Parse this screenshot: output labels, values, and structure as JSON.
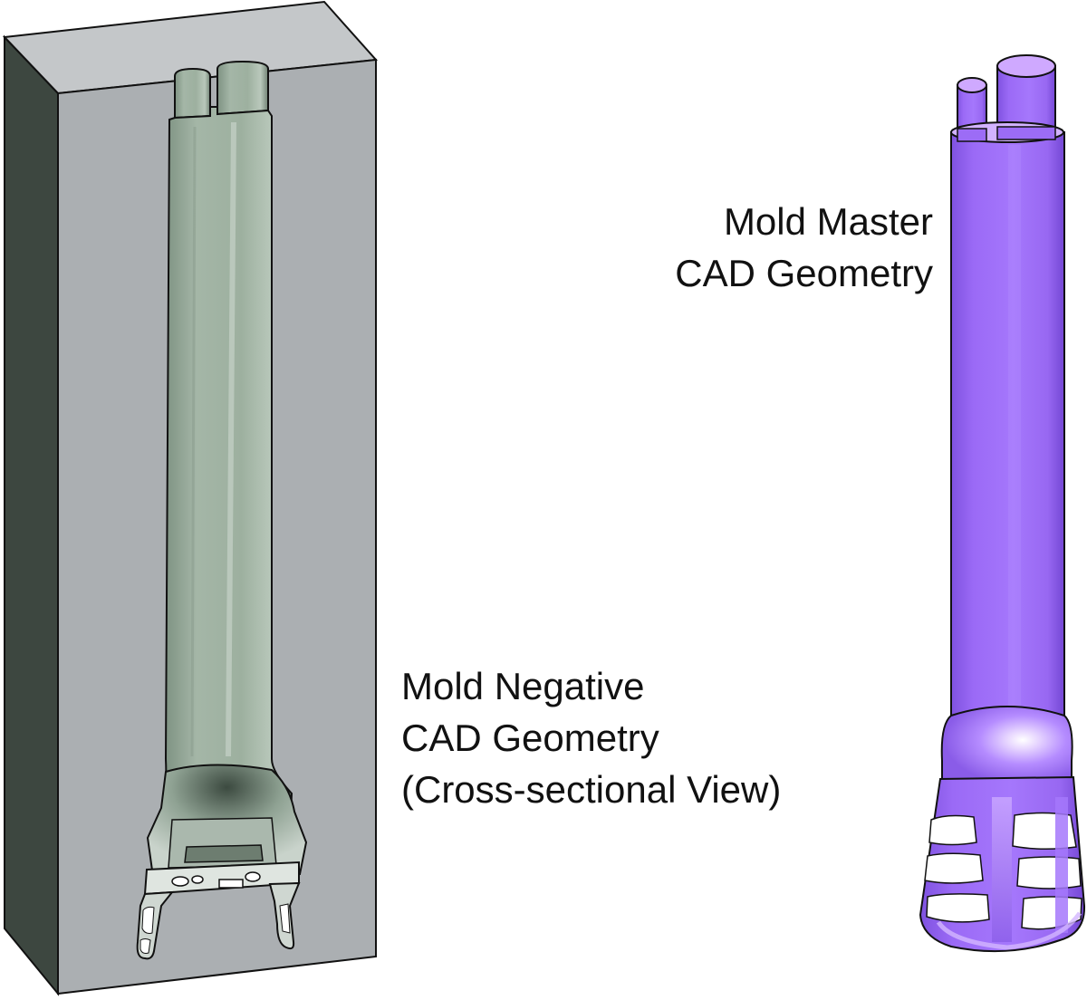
{
  "labels": {
    "master": {
      "line1": "Mold Master",
      "line2": "CAD Geometry"
    },
    "negative": {
      "line1": "Mold Negative",
      "line2": "CAD Geometry",
      "line3": "(Cross-sectional View)"
    }
  },
  "colors": {
    "block_front": "#abafb2",
    "block_top": "#c4c7c9",
    "block_side": "#3d4740",
    "cavity": "#9fb2a2",
    "master": "#a374fb",
    "master_top": "#cfa9ff"
  }
}
